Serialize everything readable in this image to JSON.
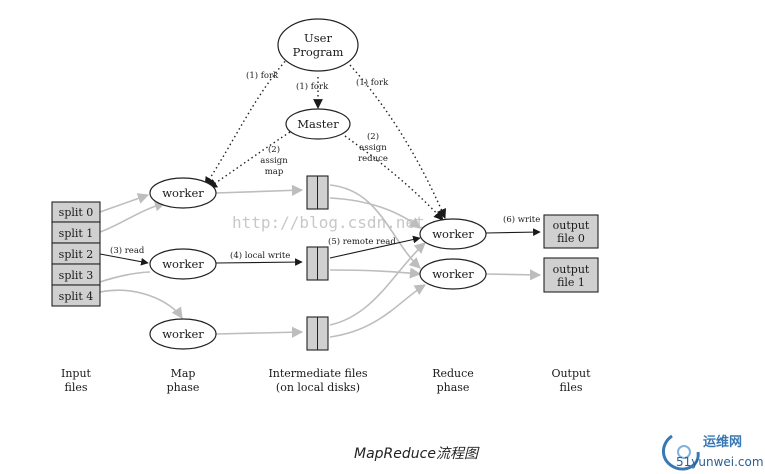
{
  "nodes": {
    "user_program": [
      "User",
      "Program"
    ],
    "master": "Master",
    "worker": "worker"
  },
  "splits": [
    "split 0",
    "split 1",
    "split 2",
    "split 3",
    "split 4"
  ],
  "outputs": [
    [
      "output",
      "file 0"
    ],
    [
      "output",
      "file 1"
    ]
  ],
  "labels": {
    "fork": "(1) fork",
    "assign_map": [
      "(2)",
      "assign",
      "map"
    ],
    "assign_reduce": [
      "(2)",
      "assign",
      "reduce"
    ],
    "read": "(3) read",
    "local_write": "(4) local write",
    "remote_read": "(5) remote read",
    "write": "(6) write"
  },
  "phases": {
    "input": [
      "Input",
      "files"
    ],
    "map": [
      "Map",
      "phase"
    ],
    "intermediate": [
      "Intermediate files",
      "(on local disks)"
    ],
    "reduce": [
      "Reduce",
      "phase"
    ],
    "output": [
      "Output",
      "files"
    ]
  },
  "caption": "MapReduce流程图",
  "watermark": "http://blog.csdn.net",
  "logo": {
    "line1": "运维网",
    "line2": "51yunwei.com"
  },
  "colors": {
    "box_fill": "#d0d0d0",
    "light_edge": "#bdbdbd",
    "logo_blue": "#3a78b4"
  }
}
